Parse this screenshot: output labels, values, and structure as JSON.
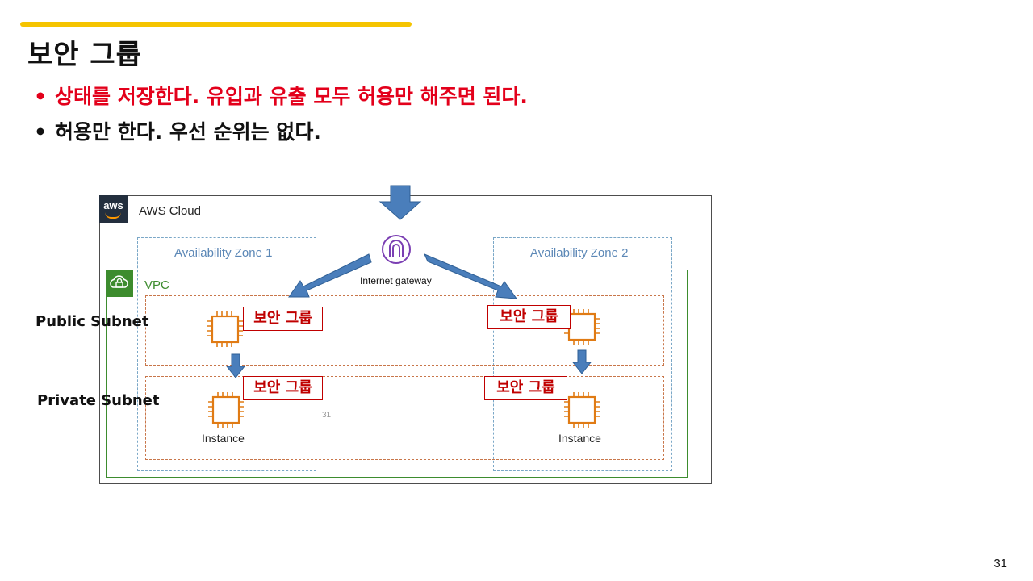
{
  "slide": {
    "title": "보안 그룹",
    "bullets": [
      {
        "dot": "•",
        "text": "상태를 저장한다. 유입과 유출 모두 허용만 해주면 된다.",
        "color": "#E3001B"
      },
      {
        "dot": "•",
        "text": "허용만 한다. 우선 순위는 없다.",
        "color": "#111111"
      }
    ],
    "page_number": "31",
    "accent_color": "#F5C400"
  },
  "diagram": {
    "aws_logo_text": "aws",
    "cloud_label": "AWS Cloud",
    "az1_label": "Availability Zone 1",
    "az2_label": "Availability Zone 2",
    "vpc_label": "VPC",
    "gateway_label": "Internet gateway",
    "public_subnet_label": "Public Subnet",
    "private_subnet_label": "Private Subnet",
    "security_group_label": "보안 그룹",
    "instance_label": "Instance",
    "inner_slide_number": "31",
    "colors": {
      "arrow_fill": "#4A7EBB",
      "security_group": "#C00000",
      "vpc": "#3d8c2e",
      "instance": "#E07B14",
      "gateway": "#7B3FB3"
    },
    "icons": [
      "internet-gateway-icon",
      "ec2-instance-icon",
      "vpc-lock-icon"
    ]
  }
}
